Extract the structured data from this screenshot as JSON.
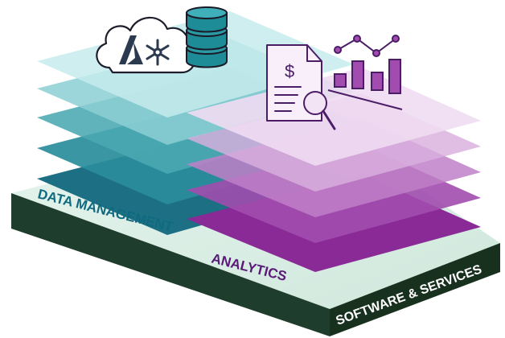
{
  "labels": {
    "data_management": "DATA MANAGEMENT",
    "analytics": "ANALYTICS",
    "base": "SOFTWARE & SERVICES"
  },
  "colors": {
    "base_dark": "#1f3d2c",
    "base_top": "#d7eee4",
    "teal_text": "#0f6a80",
    "purple_text": "#5a1a78",
    "white": "#ffffff",
    "icon_stroke": "#4a1d66",
    "db_teal": "#1e8c97",
    "azure": "#2b3a4e"
  },
  "icons": {
    "cloud": "cloud-icon",
    "azure": "azure-logo-icon",
    "snowflake": "snowflake-logo-icon",
    "database": "database-icon",
    "invoice": "invoice-search-icon",
    "chart": "bar-line-chart-icon"
  }
}
